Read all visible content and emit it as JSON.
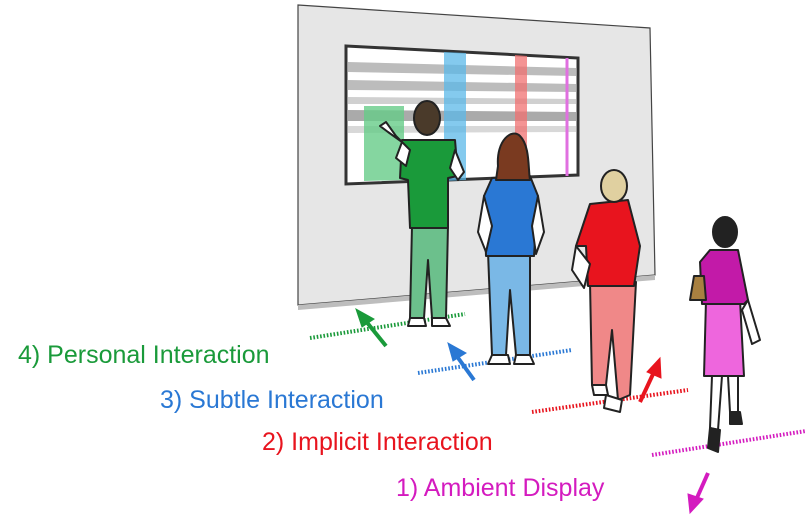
{
  "zones": [
    {
      "id": "personal",
      "label": "4) Personal Interaction",
      "color": "#1a9a3a"
    },
    {
      "id": "subtle",
      "label": "3) Subtle Interaction",
      "color": "#2a78d4"
    },
    {
      "id": "implicit",
      "label": "2) Implicit Interaction",
      "color": "#e8141e"
    },
    {
      "id": "ambient",
      "label": "1) Ambient Display",
      "color": "#d41bbf"
    }
  ],
  "display": {
    "wall_color": "#e6e6e6",
    "frame_color": "#333333",
    "highlight_colors": [
      "#5bb8e8",
      "#f07070",
      "#e070e0",
      "#66cc88"
    ]
  }
}
